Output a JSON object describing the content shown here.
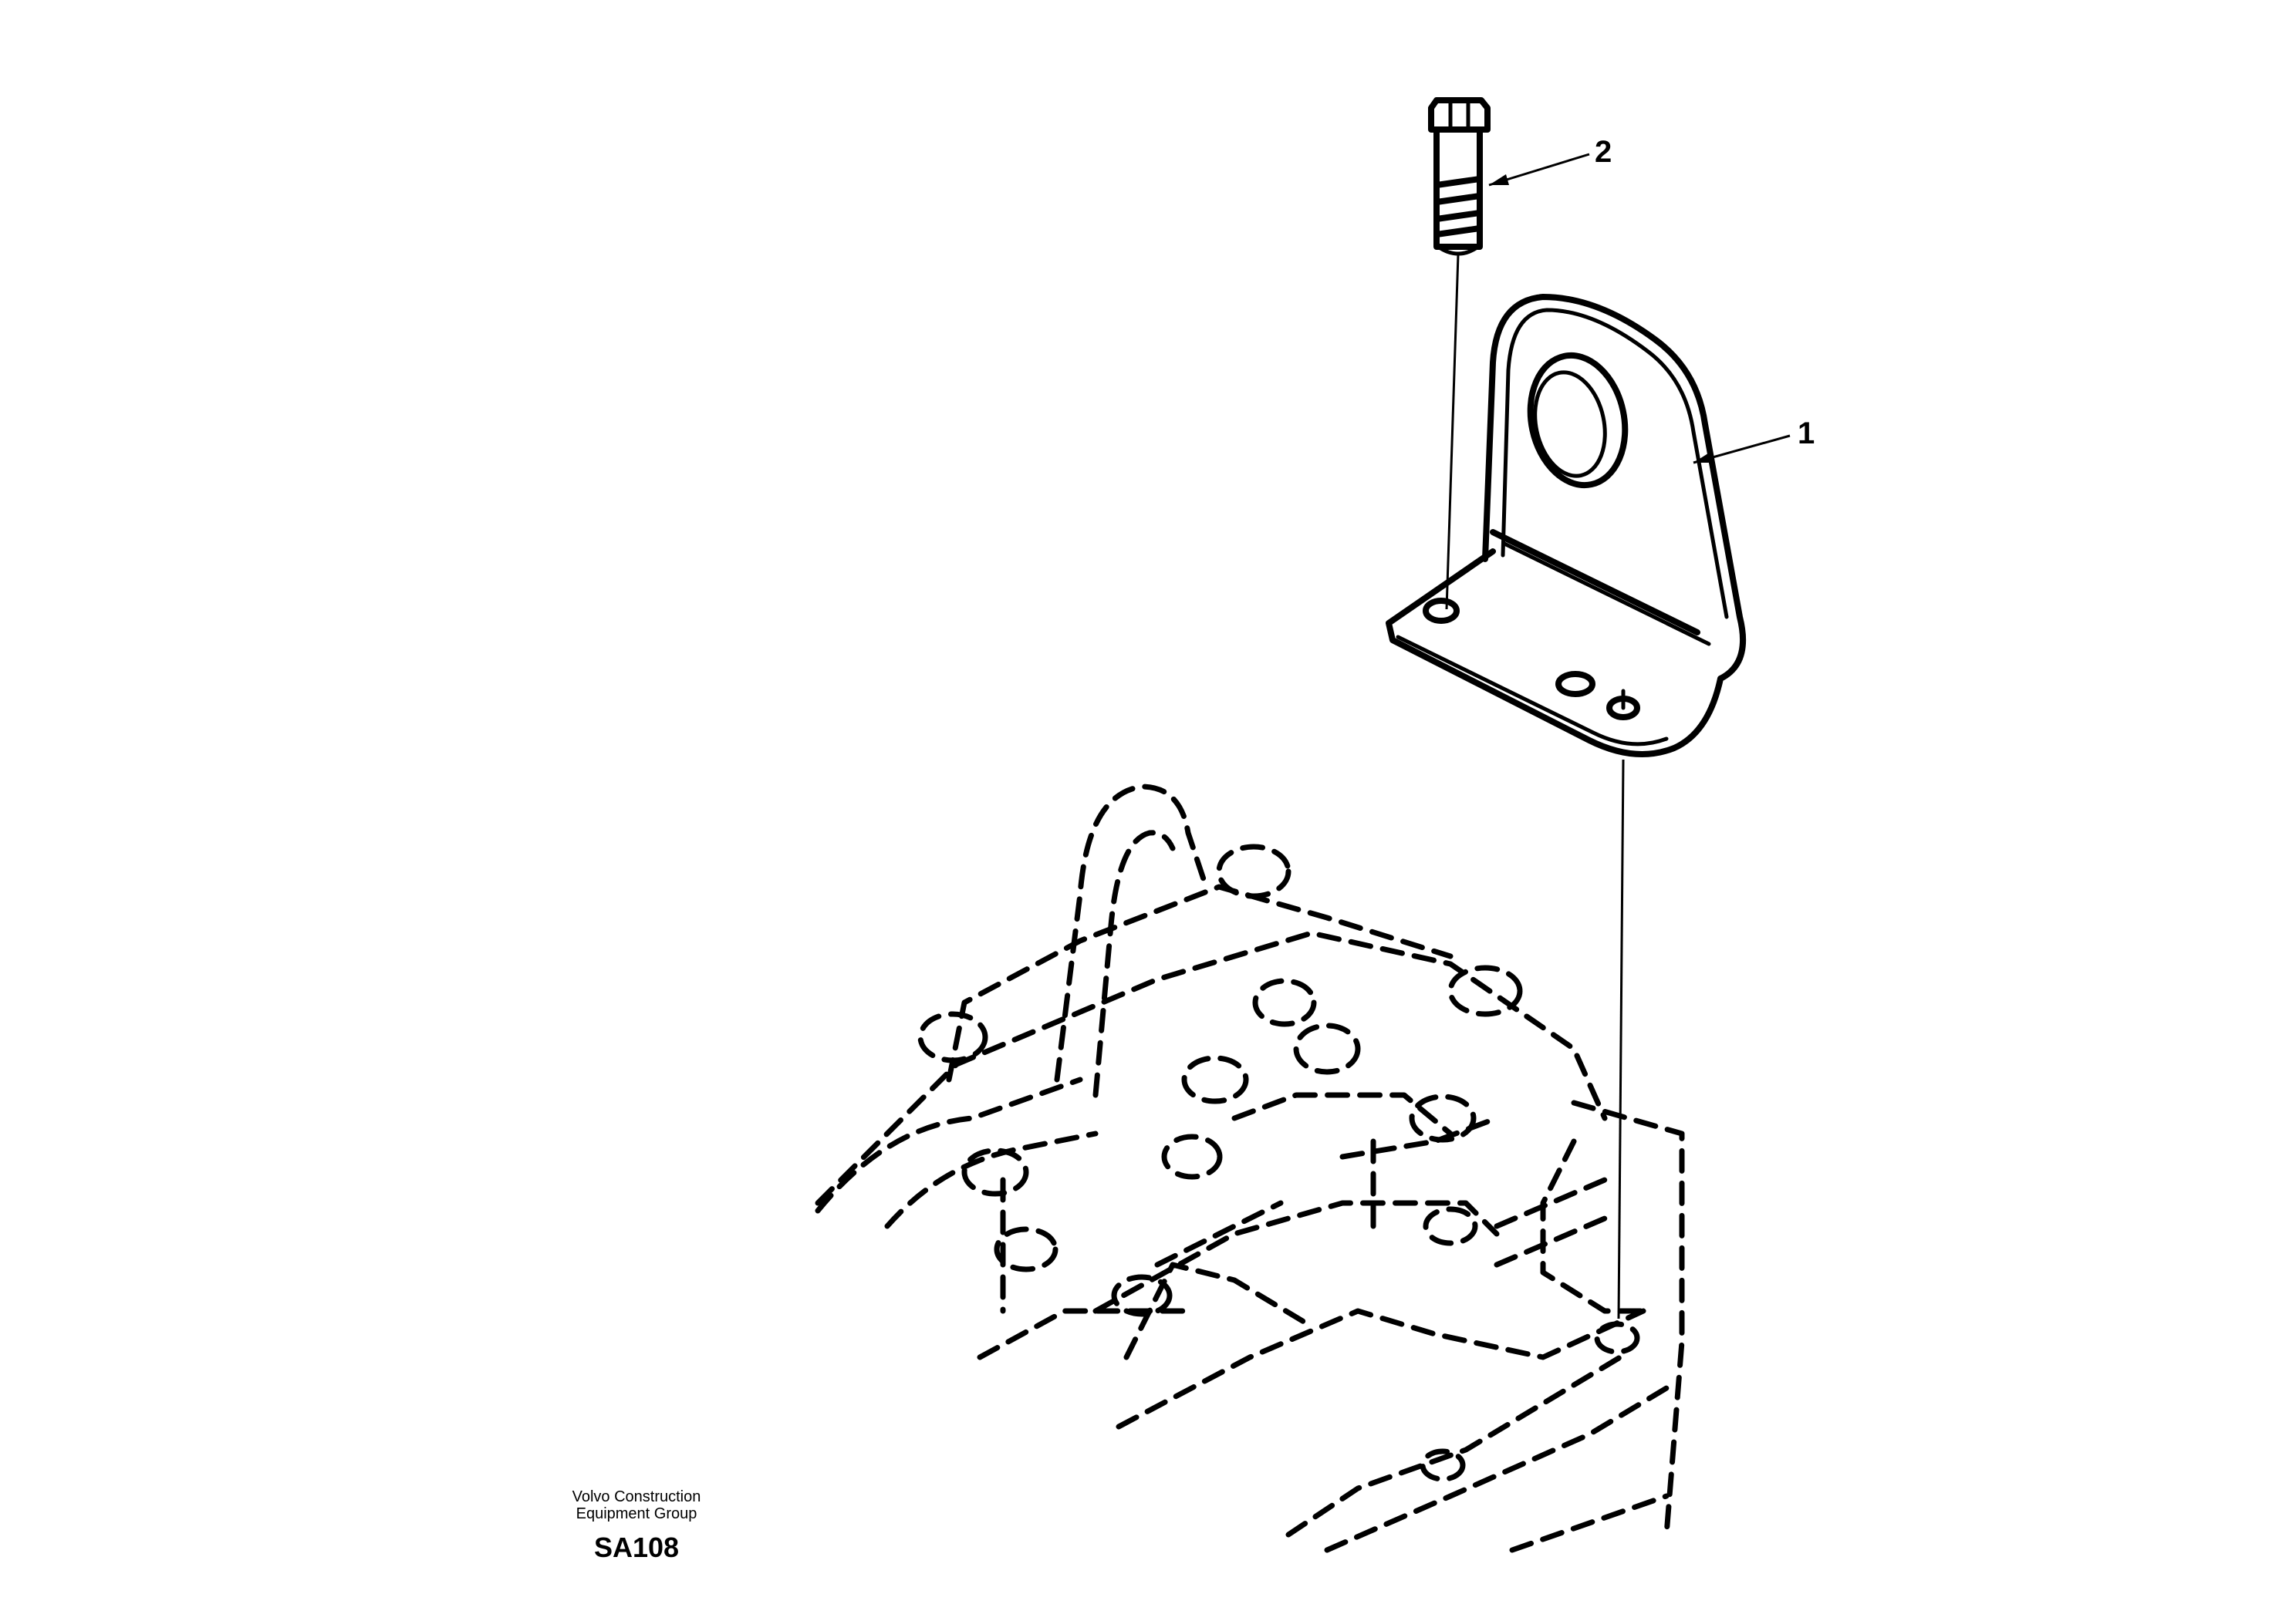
{
  "callouts": [
    {
      "number": "1",
      "part": "bracket"
    },
    {
      "number": "2",
      "part": "bolt"
    }
  ],
  "credit": {
    "line1": "Volvo Construction",
    "line2": "Equipment Group",
    "code": "SA108"
  }
}
